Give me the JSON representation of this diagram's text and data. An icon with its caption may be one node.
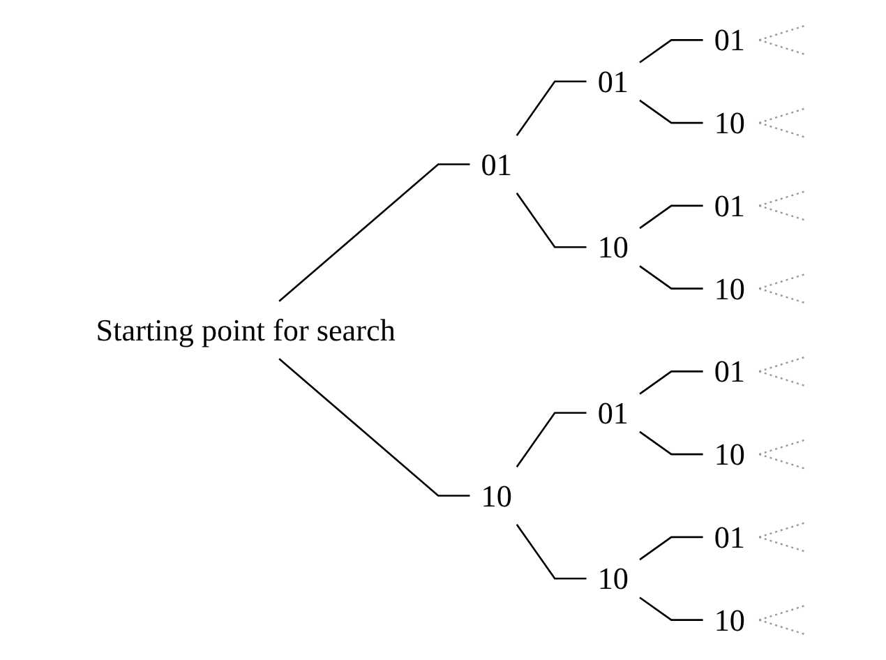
{
  "diagram": {
    "nodes": [
      {
        "text": [
          "Starting point for search"
        ]
      },
      {
        "text": [
          "01"
        ]
      },
      {
        "text": [
          "01"
        ]
      },
      {
        "text": [
          "01"
        ]
      },
      {
        "text": [
          "10"
        ]
      },
      {
        "text": [
          "10"
        ]
      },
      {
        "text": [
          "01"
        ]
      },
      {
        "text": [
          "10"
        ]
      },
      {
        "text": [
          "10"
        ]
      },
      {
        "text": [
          "01"
        ]
      },
      {
        "text": [
          "01"
        ]
      },
      {
        "text": [
          "10"
        ]
      },
      {
        "text": [
          "10"
        ]
      },
      {
        "text": [
          "01"
        ]
      },
      {
        "text": [
          "10"
        ]
      }
    ],
    "edges": [
      {
        "from": 0,
        "to": 1,
        "arrow": "none",
        "color": "#000000"
      },
      {
        "from": 0,
        "to": 8,
        "arrow": "none",
        "color": "#000000"
      },
      {
        "from": 1,
        "to": 2,
        "arrow": "none",
        "color": "#000000"
      },
      {
        "from": 1,
        "to": 5,
        "arrow": "none",
        "color": "#000000"
      },
      {
        "from": 2,
        "to": 3,
        "arrow": "none",
        "color": "#000000"
      },
      {
        "from": 2,
        "to": 4,
        "arrow": "none",
        "color": "#000000"
      },
      {
        "from": 5,
        "to": 6,
        "arrow": "none",
        "color": "#000000"
      },
      {
        "from": 5,
        "to": 7,
        "arrow": "none",
        "color": "#000000"
      },
      {
        "from": 8,
        "to": 9,
        "arrow": "none",
        "color": "#000000"
      },
      {
        "from": 8,
        "to": 12,
        "arrow": "none",
        "color": "#000000"
      },
      {
        "from": 9,
        "to": 10,
        "arrow": "none",
        "color": "#000000"
      },
      {
        "from": 9,
        "to": 11,
        "arrow": "none",
        "color": "#000000"
      },
      {
        "from": 12,
        "to": 13,
        "arrow": "none",
        "color": "#000000"
      },
      {
        "from": 12,
        "to": 14,
        "arrow": "none",
        "color": "#000000"
      },
      {
        "from": 3,
        "to": null,
        "arrow": "none",
        "style": "dashed",
        "color": "#999999"
      },
      {
        "from": 3,
        "to": null,
        "arrow": "none",
        "style": "dashed",
        "color": "#999999"
      },
      {
        "from": 4,
        "to": null,
        "arrow": "none",
        "style": "dashed",
        "color": "#999999"
      },
      {
        "from": 4,
        "to": null,
        "arrow": "none",
        "style": "dashed",
        "color": "#999999"
      },
      {
        "from": 6,
        "to": null,
        "arrow": "none",
        "style": "dashed",
        "color": "#999999"
      },
      {
        "from": 6,
        "to": null,
        "arrow": "none",
        "style": "dashed",
        "color": "#999999"
      },
      {
        "from": 7,
        "to": null,
        "arrow": "none",
        "style": "dashed",
        "color": "#999999"
      },
      {
        "from": 7,
        "to": null,
        "arrow": "none",
        "style": "dashed",
        "color": "#999999"
      },
      {
        "from": 10,
        "to": null,
        "arrow": "none",
        "style": "dashed",
        "color": "#999999"
      },
      {
        "from": 10,
        "to": null,
        "arrow": "none",
        "style": "dashed",
        "color": "#999999"
      },
      {
        "from": 11,
        "to": null,
        "arrow": "none",
        "style": "dashed",
        "color": "#999999"
      },
      {
        "from": 11,
        "to": null,
        "arrow": "none",
        "style": "dashed",
        "color": "#999999"
      },
      {
        "from": 13,
        "to": null,
        "arrow": "none",
        "style": "dashed",
        "color": "#999999"
      },
      {
        "from": 13,
        "to": null,
        "arrow": "none",
        "style": "dashed",
        "color": "#999999"
      },
      {
        "from": 14,
        "to": null,
        "arrow": "none",
        "style": "dashed",
        "color": "#999999"
      },
      {
        "from": 14,
        "to": null,
        "arrow": "none",
        "style": "dashed",
        "color": "#999999"
      }
    ]
  }
}
